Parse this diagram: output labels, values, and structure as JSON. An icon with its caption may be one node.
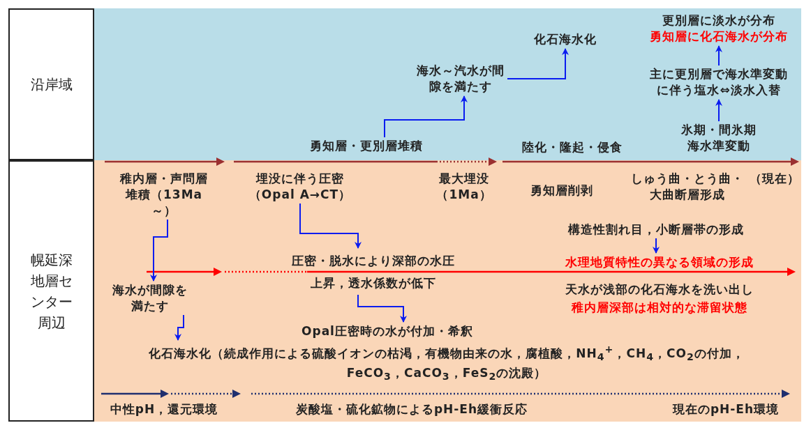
{
  "diagram": {
    "nodes": [
      {
        "text": [
          "沿岸域"
        ]
      },
      {
        "text": [],
        "shape": "box"
      },
      {
        "text": [
          "化石海水化"
        ],
        "in": 1
      },
      {
        "text": [
          "更別層に淡水が分布",
          "勇知層に化石海水が分布"
        ],
        "in": 1
      },
      {
        "text": [
          "海水～汽水が間隙を満たす"
        ],
        "in": 1
      },
      {
        "text": [
          "主に更別層で海水準変動に伴う塩水⇔淡水入替"
        ],
        "in": 1
      },
      {
        "text": [
          "勇知層・更別層堆積"
        ],
        "in": 1
      },
      {
        "text": [
          "氷期・間氷期海水準変動"
        ],
        "in": 1
      },
      {
        "text": [
          "幌延深地層センター周辺"
        ]
      },
      {
        "text": [],
        "shape": "box"
      },
      {
        "text": [
          "稚内層・声問層堆積（13Ma～）"
        ],
        "in": 9
      },
      {
        "text": [
          "埋没に伴う圧密（Opal A→CT）"
        ],
        "in": 9
      },
      {
        "text": [
          "構造性割れ目，小断層帯の形成"
        ],
        "in": 9
      },
      {
        "text": [
          "圧密・脱水により深部の水圧上昇，透水係数が低下"
        ],
        "in": 9
      },
      {
        "text": [
          "水理地質特性の異なる領域の形成"
        ],
        "in": 9
      },
      {
        "text": [
          "海水が間隙を満たす"
        ],
        "in": 9
      },
      {
        "text": [
          "Opal圧密時の水が付加・希釈"
        ],
        "in": 9
      },
      {
        "text": [
          "化石海水化（続成作用による硫酸イオンの枯渇，有機物由来の水，腐植酸，NH$_{4}$$^{+}$，CH$_{4}$，CO$_{2}$の付加，FeCO$_{3}$，CaCO$_{3}$，FeS$_{2}$の沈殿）"
        ],
        "in": 9
      }
    ],
    "edges": [
      {
        "from": 6,
        "to": 4,
        "arrow": "to"
      },
      {
        "from": 4,
        "to": 2,
        "arrow": "to"
      },
      {
        "from": 7,
        "to": 5,
        "arrow": "to"
      },
      {
        "from": 5,
        "to": 3,
        "arrow": "to"
      },
      {
        "from": 10,
        "to": 15,
        "arrow": "to"
      },
      {
        "from": 11,
        "to": 13,
        "arrow": "to"
      },
      {
        "from": 13,
        "to": 16,
        "arrow": "to"
      },
      {
        "from": 12,
        "to": 14,
        "arrow": "to"
      },
      {
        "from": 15,
        "to": 17,
        "arrow": "to"
      }
    ],
    "labels": [
      "陸化・隆起・侵食",
      "最大埋没（1Ma）",
      "勇知層削剥",
      "しゅう曲・とう曲・大曲断層形成",
      "（現在）",
      "天水が浅部の化石海水を洗い出し",
      "稚内層深部は相対的な滞留状態",
      "中性pH，還元環境",
      "炭酸塩・硫化鉱物によるpH-Eh緩衝反応",
      "現在のpH-Eh環境"
    ]
  }
}
